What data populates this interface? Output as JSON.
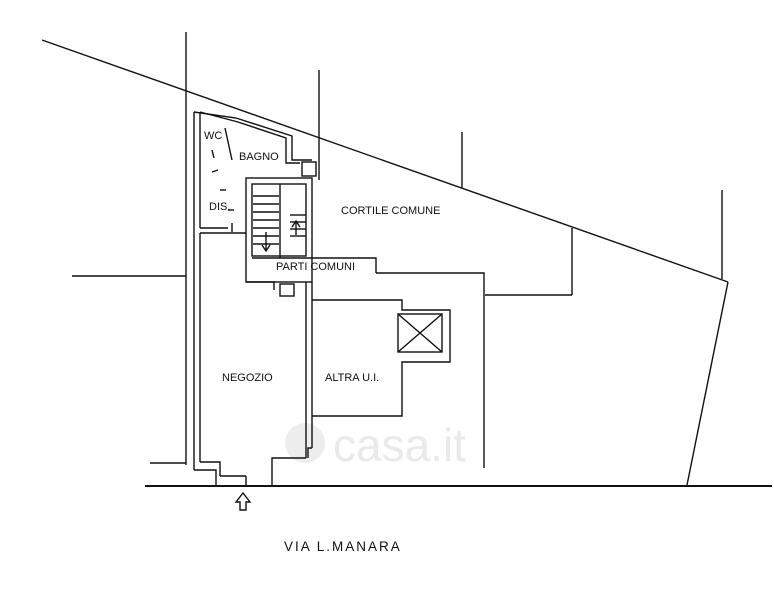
{
  "rooms": {
    "wc": "WC",
    "bagno": "BAGNO",
    "dis": "DIS.",
    "cortile": "CORTILE COMUNE",
    "parti_comuni": "PARTI COMUNI",
    "negozio": "NEGOZIO",
    "altra_ui": "ALTRA U.I."
  },
  "street": "VIA L.MANARA",
  "watermark": "casa.it",
  "icons": {
    "entrance": "up-arrow-icon",
    "stair": "staircase-icon",
    "shaft": "shaft-cross-icon"
  }
}
